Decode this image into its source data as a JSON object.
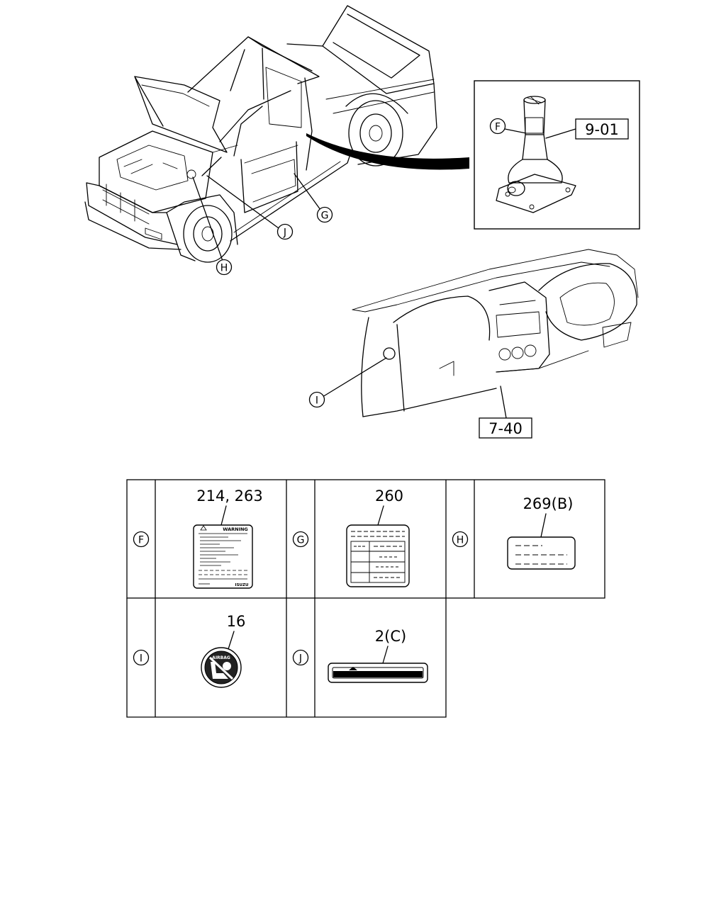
{
  "callouts": {
    "F": "F",
    "G": "G",
    "H": "H",
    "I": "I",
    "J": "J"
  },
  "references": {
    "jack": "9-01",
    "dashboard": "7-40"
  },
  "table": {
    "rows": [
      [
        {
          "letter": "F",
          "part": "214, 263",
          "label_heading": "WARNING",
          "label_footer": "ISUZU"
        },
        {
          "letter": "G",
          "part": "260"
        },
        {
          "letter": "H",
          "part": "269(B)"
        }
      ],
      [
        {
          "letter": "I",
          "part": "16",
          "label_heading": "AIRBAG"
        },
        {
          "letter": "J",
          "part": "2(C)"
        }
      ]
    ]
  }
}
